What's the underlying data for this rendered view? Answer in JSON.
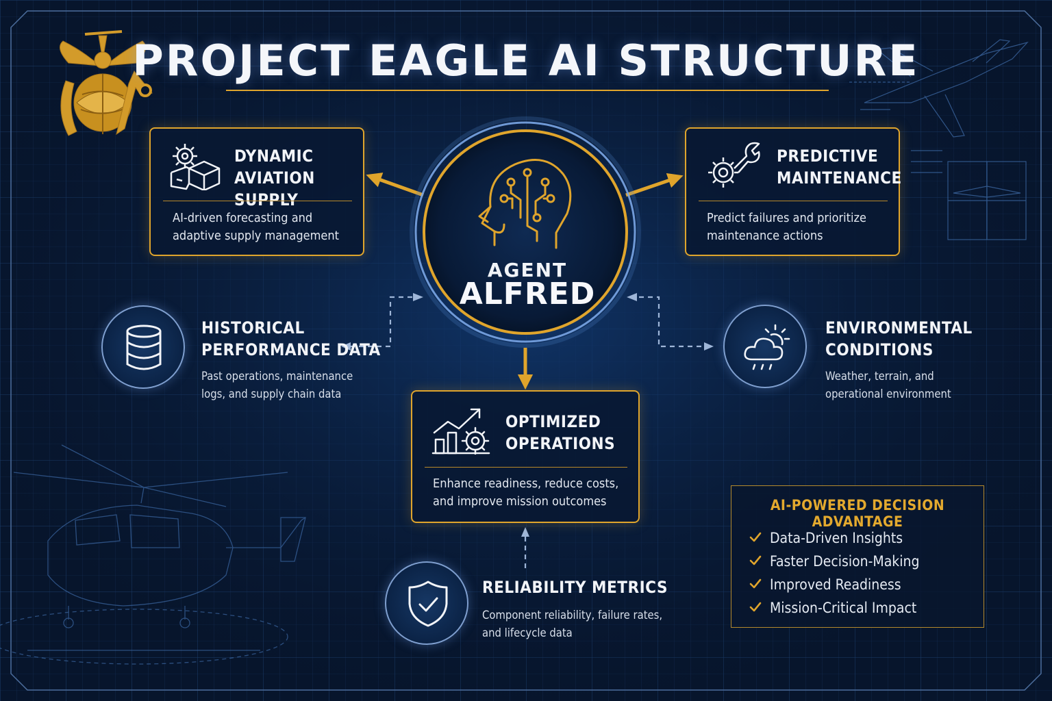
{
  "title": "PROJECT EAGLE AI STRUCTURE",
  "hub": {
    "line1": "AGENT",
    "line2": "ALFRED"
  },
  "cards": {
    "supply": {
      "title_line1": "DYNAMIC",
      "title_line2": "AVIATION SUPPLY",
      "desc_line1": "AI-driven forecasting and",
      "desc_line2": "adaptive supply management"
    },
    "maintenance": {
      "title_line1": "PREDICTIVE",
      "title_line2": "MAINTENANCE",
      "desc_line1": "Predict failures and prioritize",
      "desc_line2": "maintenance actions"
    },
    "operations": {
      "title_line1": "OPTIMIZED",
      "title_line2": "OPERATIONS",
      "desc_line1": "Enhance readiness, reduce costs,",
      "desc_line2": "and improve mission outcomes"
    }
  },
  "inputs": {
    "historical": {
      "title_line1": "HISTORICAL",
      "title_line2": "PERFORMANCE DATA",
      "desc_line1": "Past operations, maintenance",
      "desc_line2": "logs, and supply chain data"
    },
    "environmental": {
      "title_line1": "ENVIRONMENTAL",
      "title_line2": "CONDITIONS",
      "desc_line1": "Weather, terrain, and",
      "desc_line2": "operational environment"
    },
    "reliability": {
      "title": "RELIABILITY METRICS",
      "desc_line1": "Component reliability, failure rates,",
      "desc_line2": "and lifecycle data"
    }
  },
  "advantage": {
    "title": "AI-POWERED DECISION ADVANTAGE",
    "items": [
      "Data-Driven Insights",
      "Faster Decision-Making",
      "Improved Readiness",
      "Mission-Critical Impact"
    ]
  },
  "icons": {
    "emblem": "marine-corps-emblem",
    "hub": "ai-head-circuit-icon",
    "supply": "gear-box-icon",
    "maintenance": "gear-wrench-icon",
    "operations": "chart-gear-icon",
    "historical": "database-icon",
    "environmental": "weather-cloud-icon",
    "reliability": "shield-check-icon"
  },
  "colors": {
    "background": "#07152c",
    "accent": "#e0a52c",
    "text": "#f2f4f8",
    "grid": "#1a3a66",
    "input_ring": "#7f9fcf"
  }
}
